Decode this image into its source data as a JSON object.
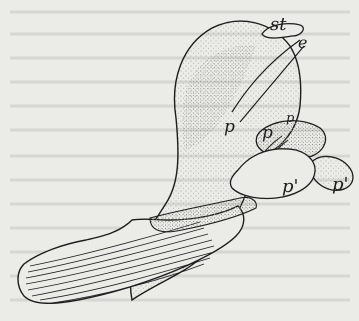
{
  "labels": {
    "st": "st",
    "e": "e",
    "p_left": "p",
    "p_right": "p",
    "p_upper_small": "p",
    "p_prime": "p'",
    "p_prime_edge": "p'"
  },
  "colors": {
    "paper": "#ebebe8",
    "ink": "#1d1d1d",
    "stipple": "#9a9a96",
    "text_ghost": "#d2d2ce"
  }
}
